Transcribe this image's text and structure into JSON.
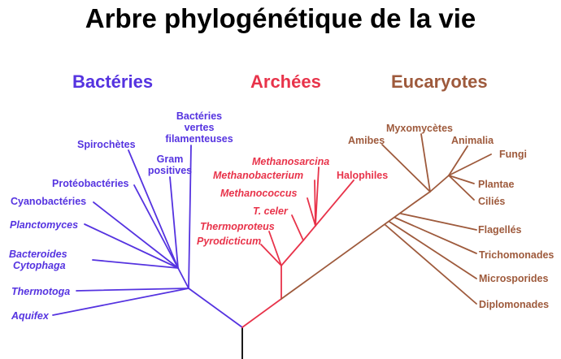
{
  "title": "Arbre phylogénétique de la vie",
  "colors": {
    "bacteria": "#5533e0",
    "archaea": "#e8334a",
    "eukaryota": "#9e5a3c",
    "root": "#000000"
  },
  "domains": {
    "bacteria": "Bactéries",
    "archaea": "Archées",
    "eukaryota": "Eucaryotes"
  },
  "bacteria": {
    "green_nonsulfur_1": "Bactéries",
    "green_nonsulfur_2": "vertes",
    "green_nonsulfur_3": "filamenteuses",
    "gram_1": "Gram",
    "gram_2": "positives",
    "spirochetes": "Spirochètes",
    "proteobacteria": "Protéobactéries",
    "cyanobacteria": "Cyanobactéries",
    "planctomyces": "Planctomyces",
    "bacteroides": "Bacteroides",
    "cytophaga": "Cytophaga",
    "thermotoga": "Thermotoga",
    "aquifex": "Aquifex"
  },
  "archaea": {
    "methanosarcina": "Methanosarcina",
    "methanobacterium": "Methanobacterium",
    "halophiles": "Halophiles",
    "methanococcus": "Methanococcus",
    "t_celer": "T. celer",
    "thermoproteus": "Thermoproteus",
    "pyrodicticum": "Pyrodicticum"
  },
  "eukaryota": {
    "myxomycetes": "Myxomycètes",
    "amibes": "Amibes",
    "animalia": "Animalia",
    "fungi": "Fungi",
    "plantae": "Plantae",
    "cilies": "Ciliés",
    "flagelles": "Flagellés",
    "trichomonades": "Trichomonades",
    "microsporides": "Microsporides",
    "diplomonades": "Diplomonades"
  }
}
